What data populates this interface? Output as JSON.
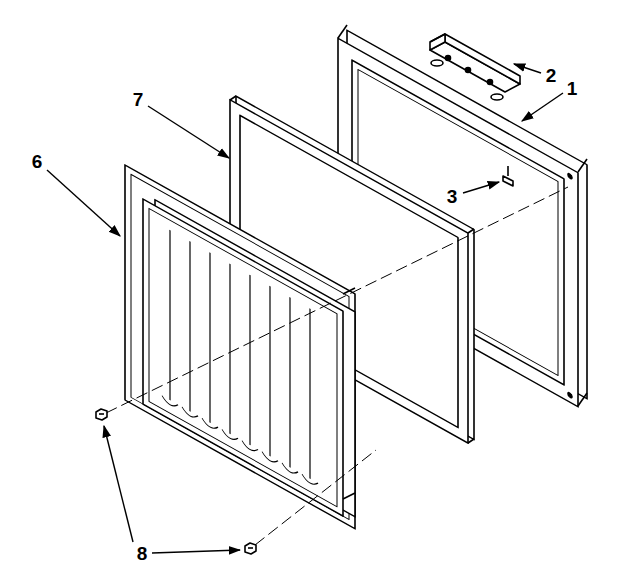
{
  "diagram": {
    "labels": [
      "1",
      "2",
      "3",
      "6",
      "7",
      "8"
    ]
  }
}
